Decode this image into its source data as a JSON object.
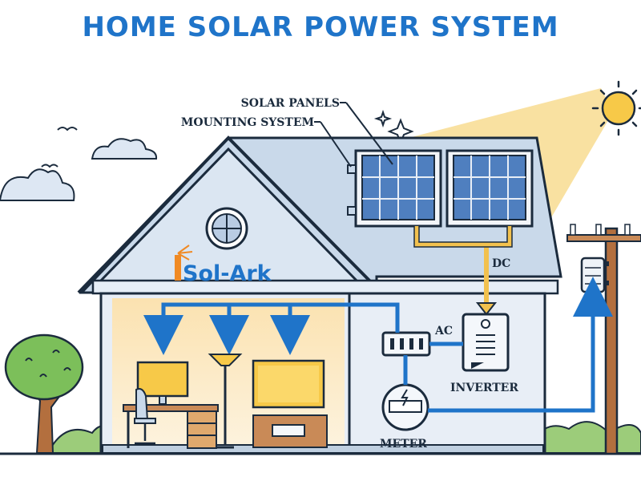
{
  "title": "HOME SOLAR POWER SYSTEM",
  "labels": {
    "solar_panels": "SOLAR PANELS",
    "mounting_system": "MOUNTING SYSTEM",
    "dc": "DC",
    "ac": "AC",
    "inverter": "INVERTER",
    "meter": "METER"
  },
  "logo": {
    "text": "Sol-Ark"
  },
  "colors": {
    "title": "#1f74c9",
    "flow_arrows": "#1f74c9",
    "dc_line": "#f2c14e",
    "sunlight": "#f8d98a",
    "outline": "#1b2b3d"
  }
}
